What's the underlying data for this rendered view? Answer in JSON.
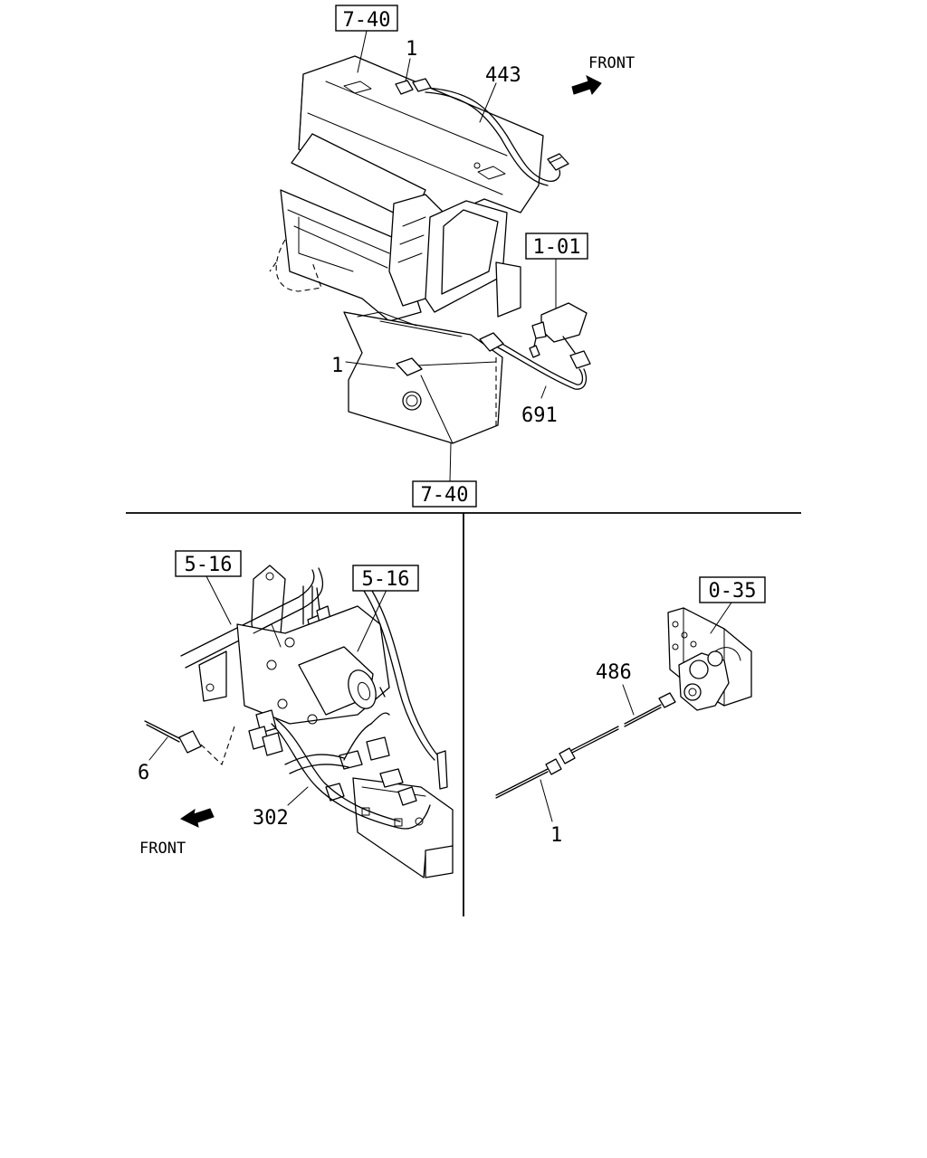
{
  "top_section": {
    "ref_top": "7-40",
    "ref_bottom": "7-40",
    "ref_switch": "1-01",
    "part_connector_top": "1",
    "part_harness_top": "443",
    "part_connector_left": "1",
    "part_harness_switch": "691",
    "front_label": "FRONT"
  },
  "bottom_left_section": {
    "ref_left": "5-16",
    "ref_right": "5-16",
    "part_connector": "6",
    "part_harness": "302",
    "front_label": "FRONT"
  },
  "bottom_right_section": {
    "ref_bracket": "0-35",
    "part_harness": "486",
    "part_connector": "1"
  }
}
